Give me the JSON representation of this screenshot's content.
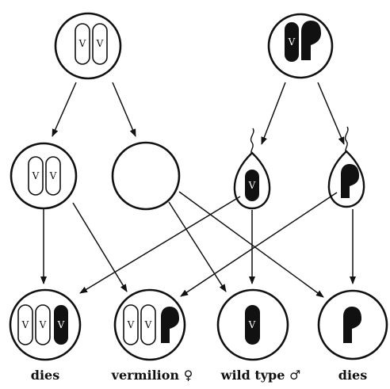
{
  "chromosome_letter": "V",
  "labels": {
    "dies_left": "dies",
    "vermilion": "vermilion ♀",
    "wild_type": "wild type ♂",
    "dies_right": "dies"
  }
}
